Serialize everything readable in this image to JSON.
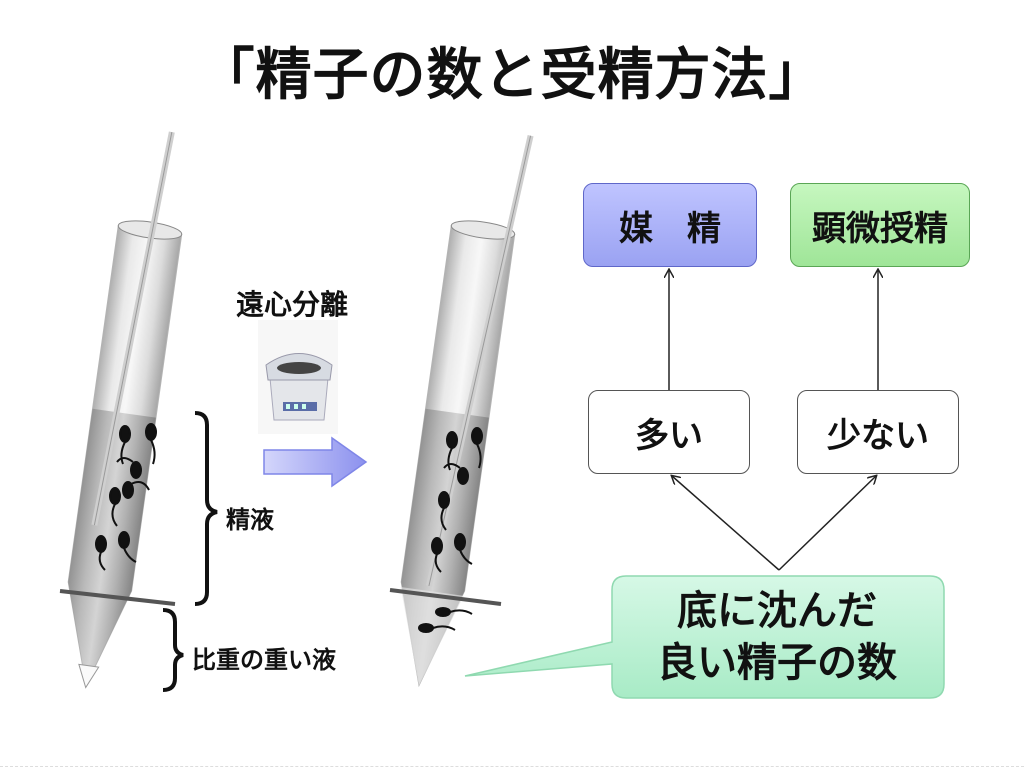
{
  "title": "「精子の数と受精方法」",
  "centrifuge_label": "遠心分離",
  "brace_labels": {
    "semen": "精液",
    "dense_liquid": "比重の重い液"
  },
  "boxes": {
    "ivf": "媒　精",
    "icsi": "顕微授精",
    "many": "多い",
    "few": "少ない"
  },
  "callout": {
    "line1": "底に沈んだ",
    "line2": "良い精子の数"
  },
  "colors": {
    "ivf_box": "#a9b0f7",
    "icsi_box": "#b2efab",
    "callout": "#bff1d4",
    "arrow": "#b3b6f6"
  }
}
